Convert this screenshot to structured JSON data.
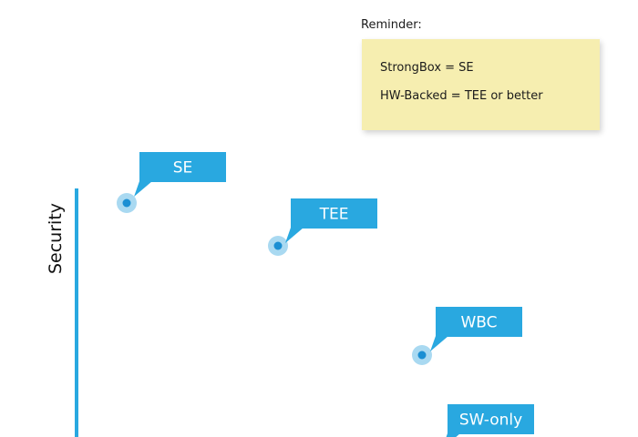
{
  "reminder": {
    "title": "Reminder:",
    "lines": [
      "StrongBox  = SE",
      "HW-Backed  = TEE or better"
    ]
  },
  "axis": {
    "label": "Security"
  },
  "levels": [
    {
      "label": "SE"
    },
    {
      "label": "TEE"
    },
    {
      "label": "WBC"
    },
    {
      "label": "SW-only"
    }
  ],
  "colors": {
    "accent": "#29a8e0",
    "point_halo": "#a9d9f1",
    "point_core": "#1b8fd3",
    "note_bg": "#f6eeb0",
    "label_text": "#ffffff"
  }
}
